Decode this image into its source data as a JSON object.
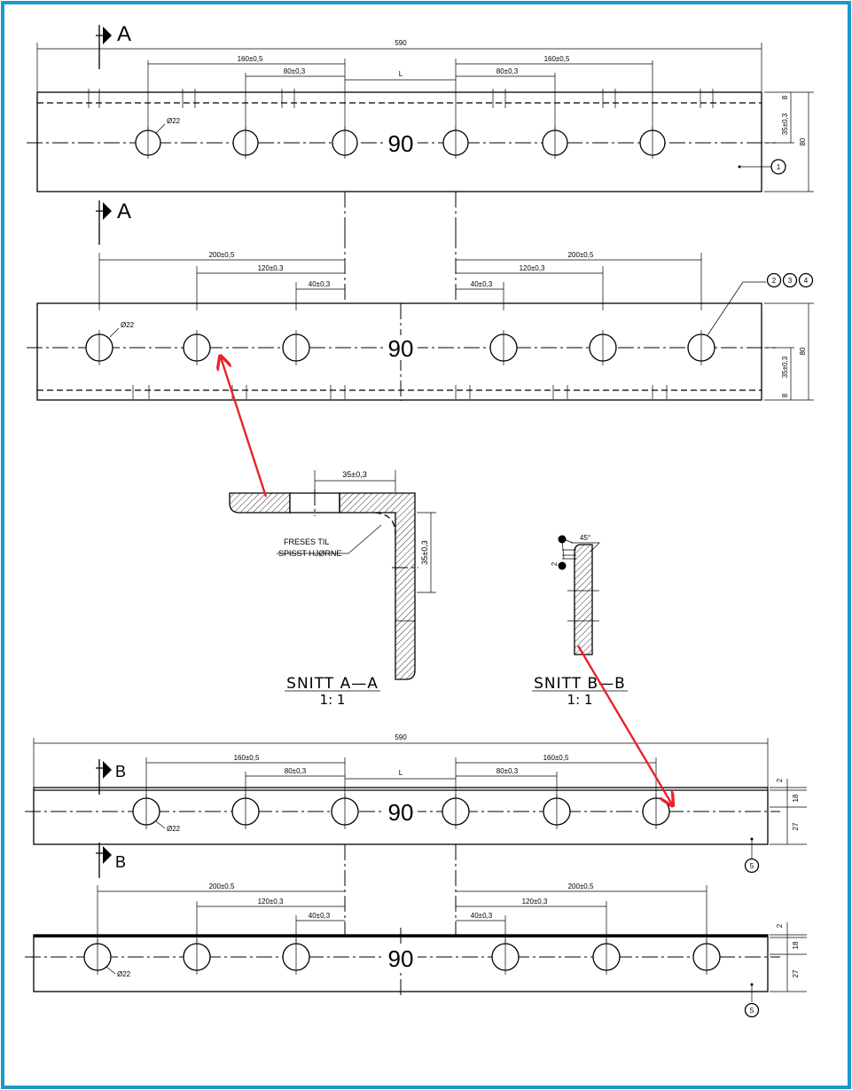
{
  "plan_views": [
    {
      "id": "top-1",
      "dims": {
        "overall": "590",
        "outer": "160±0,5",
        "inner": "80±0,3",
        "gap": "L"
      },
      "hole_label": "Ø22",
      "center_label": "90",
      "part": "1",
      "height": "80",
      "side": "35±0,3",
      "edge": "8",
      "section": "A"
    },
    {
      "id": "top-2",
      "dims": {
        "outer": "200±0,5",
        "mid": "120±0,3",
        "inner": "40±0,3"
      },
      "hole_label": "Ø22",
      "center_label": "90",
      "parts": [
        "2",
        "3",
        "4"
      ],
      "height": "80",
      "side": "35±0,3",
      "edge": "8"
    },
    {
      "id": "bot-1",
      "dims": {
        "overall": "590",
        "outer": "160±0,5",
        "inner": "80±0,3",
        "gap": "L"
      },
      "hole_label": "Ø22",
      "center_label": "90",
      "part": "5",
      "d2": "2",
      "d18": "18",
      "d27": "27",
      "section": "B"
    },
    {
      "id": "bot-2",
      "dims": {
        "outer": "200±0,5",
        "mid": "120±0,3",
        "inner": "40±0,3"
      },
      "hole_label": "Ø22",
      "center_label": "90",
      "part": "5",
      "d2": "2",
      "d18": "18",
      "d27": "27"
    }
  ],
  "section_a": {
    "title": "SNITT A—A",
    "scale": "1: 1",
    "dim_top": "35±0,3",
    "dim_side": "35±0,3",
    "note_line1": "FRESES TIL",
    "note_line2": "SPISST HJØRNE"
  },
  "section_b": {
    "title": "SNITT B—B",
    "scale": "1: 1",
    "angle": "45°",
    "dim": "2"
  },
  "section_letters": {
    "a": "A",
    "b": "B"
  },
  "colors": {
    "frame": "#1a9ac9",
    "arrow": "#e8232a"
  }
}
